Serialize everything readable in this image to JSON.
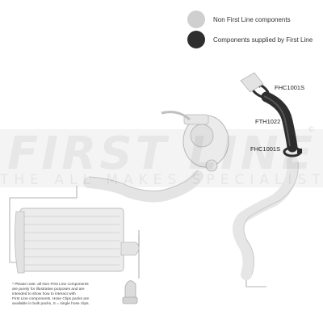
{
  "legend": {
    "items": [
      {
        "label": "Non First Line components",
        "color": "#cfcfcf"
      },
      {
        "label": "Components supplied by First Line",
        "color": "#2e2e2e"
      }
    ]
  },
  "parts": {
    "clip_top": "FHC1001S",
    "hose": "FTH1022",
    "clip_bottom": "FHC1001S"
  },
  "watermark": {
    "brand": "FIRST LINE",
    "tagline": "THE ALL MAKES SPECIALIST",
    "copyright": "©"
  },
  "note": {
    "lines": [
      "* Please note: all Non First Line components",
      "are purely for illustrative purposes and are",
      "intended to show how to interact with",
      "First Line components. Hose Clips packs are",
      "available in bulk packs, S = single hose clips."
    ]
  }
}
